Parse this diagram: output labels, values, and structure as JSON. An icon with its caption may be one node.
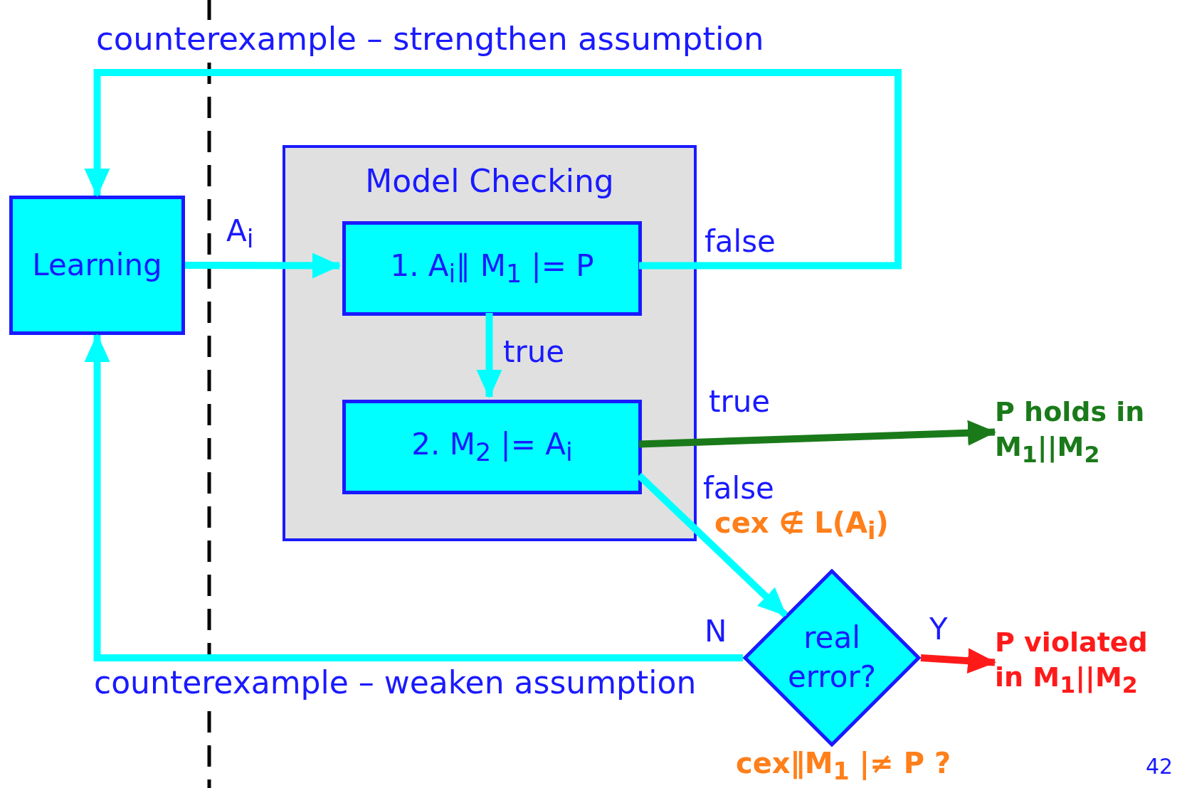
{
  "diagram": {
    "nodes": [
      {
        "text": [
          "Learning"
        ]
      },
      {
        "text": [
          "Model Checking"
        ]
      },
      {
        "text": [
          "1. A$_{i}$∥ M$_{1}$ |= P"
        ],
        "in": 1
      },
      {
        "text": [
          "2. M$_{2}$ |= A$_{i}$"
        ],
        "in": 1
      },
      {
        "text": [
          "real error?"
        ]
      },
      {
        "text": [
          "P holds in M$_{1}$||M$_{2}$"
        ]
      },
      {
        "text": [
          "P violated in M$_{1}$||M$_{2}$"
        ]
      }
    ],
    "edges": [
      {
        "from": 0,
        "to": 2,
        "arrow": "to",
        "label": "A$_{i}$"
      },
      {
        "from": 2,
        "to": 0,
        "arrow": "to",
        "label": "false"
      },
      {
        "from": 2,
        "to": 3,
        "arrow": "to",
        "label": "true"
      },
      {
        "from": 3,
        "to": 5,
        "arrow": "to",
        "label": "true",
        "color": "#1a7a1a"
      },
      {
        "from": 3,
        "to": 4,
        "arrow": "to",
        "label": "false"
      },
      {
        "from": 4,
        "to": 0,
        "arrow": "to",
        "label": "N"
      },
      {
        "from": 4,
        "to": 6,
        "arrow": "to",
        "label": "Y",
        "color": "#ff1a1a"
      }
    ],
    "labels": [
      "counterexample – strengthen assumption",
      "cex ∉ L(A$_{i}$)",
      "counterexample – weaken assumption",
      "cex∥M$_{1}$ |≠ P ?",
      "42"
    ]
  }
}
